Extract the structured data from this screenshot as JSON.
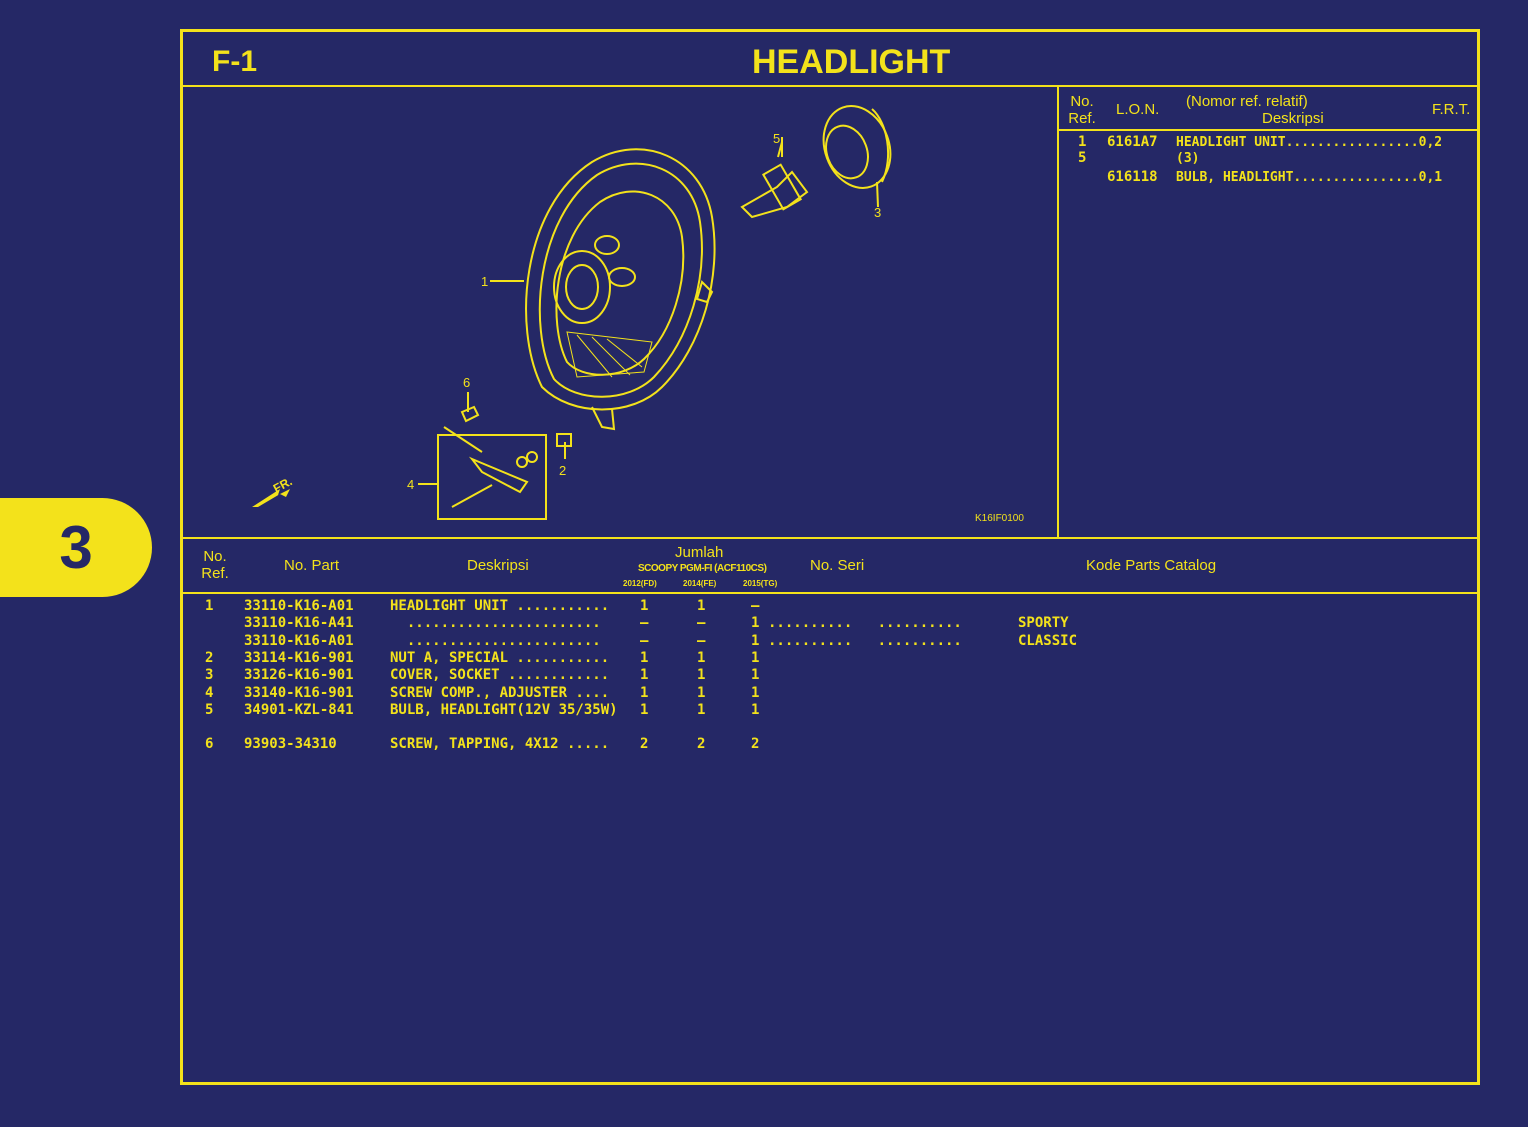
{
  "page": {
    "section_code": "F-1",
    "title": "HEADLIGHT",
    "tab_number": "3"
  },
  "diagram": {
    "drawing_code": "K16IF0100",
    "fr_label": "FR.",
    "callouts": [
      "1",
      "2",
      "3",
      "4",
      "5",
      "6"
    ]
  },
  "frt_table": {
    "headers": {
      "no_ref": "No.\nRef.",
      "lon": "L.O.N.",
      "desc_top": "(Nomor ref. relatif)",
      "desc": "Deskripsi",
      "frt": "F.R.T."
    },
    "rows": [
      {
        "ref": "1",
        "lon": "6161A7",
        "desc": "HEADLIGHT UNIT.................0,2"
      },
      {
        "ref": "5",
        "lon": "",
        "desc": "(3)"
      },
      {
        "ref": "",
        "lon": "616118",
        "desc": "BULB, HEADLIGHT................0,1"
      }
    ]
  },
  "parts_table": {
    "headers": {
      "no_ref": "No.\nRef.",
      "no_part": "No. Part",
      "deskripsi": "Deskripsi",
      "jumlah": "Jumlah",
      "model": "SCOOPY PGM-FI (ACF110CS)",
      "years": [
        "2012(FD)",
        "2014(FE)",
        "2015(TG)"
      ],
      "no_seri": "No. Seri",
      "kode": "Kode Parts Catalog"
    },
    "rows": [
      {
        "ref": "1",
        "part": "33110-K16-A01",
        "desc": "HEADLIGHT UNIT ...........",
        "q1": "1",
        "q2": "1",
        "q3": "–",
        "seri": "",
        "kode": ""
      },
      {
        "ref": "",
        "part": "33110-K16-A41",
        "desc": "  .......................",
        "q1": "–",
        "q2": "–",
        "q3": "1",
        "seri": "..........   ..........",
        "kode": "SPORTY"
      },
      {
        "ref": "",
        "part": "33110-K16-A01",
        "desc": "  .......................",
        "q1": "–",
        "q2": "–",
        "q3": "1",
        "seri": "..........   ..........",
        "kode": "CLASSIC"
      },
      {
        "ref": "2",
        "part": "33114-K16-901",
        "desc": "NUT A, SPECIAL ...........",
        "q1": "1",
        "q2": "1",
        "q3": "1",
        "seri": "",
        "kode": ""
      },
      {
        "ref": "3",
        "part": "33126-K16-901",
        "desc": "COVER, SOCKET ............",
        "q1": "1",
        "q2": "1",
        "q3": "1",
        "seri": "",
        "kode": ""
      },
      {
        "ref": "4",
        "part": "33140-K16-901",
        "desc": "SCREW COMP., ADJUSTER ....",
        "q1": "1",
        "q2": "1",
        "q3": "1",
        "seri": "",
        "kode": ""
      },
      {
        "ref": "5",
        "part": "34901-KZL-841",
        "desc": "BULB, HEADLIGHT(12V 35/35W)",
        "q1": "1",
        "q2": "1",
        "q3": "1",
        "seri": "",
        "kode": ""
      },
      {
        "ref": "6",
        "part": "93903-34310",
        "desc": "SCREW, TAPPING, 4X12 .....",
        "q1": "2",
        "q2": "2",
        "q3": "2",
        "seri": "",
        "kode": ""
      }
    ]
  },
  "colors": {
    "background": "#252866",
    "accent": "#f3e21b"
  }
}
